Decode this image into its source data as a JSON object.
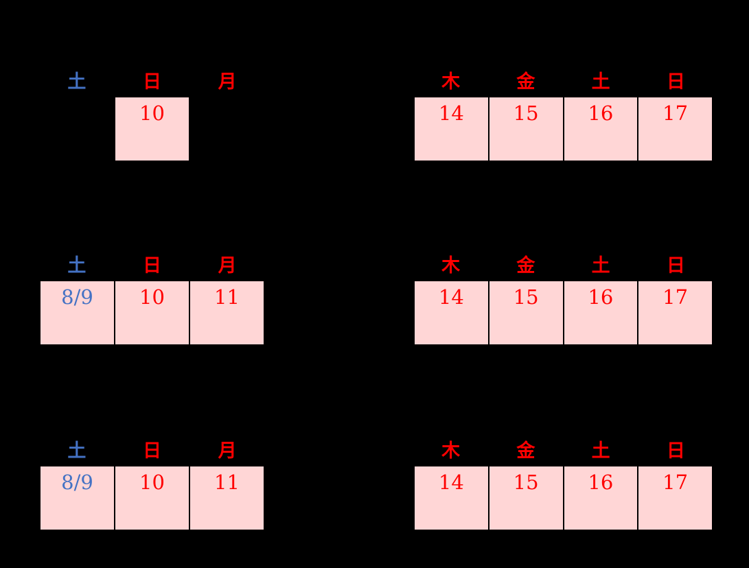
{
  "colors": {
    "background": "#000000",
    "cell-fill": "#ffd6d6",
    "cell-border": "#000000",
    "red": "#ff0000",
    "blue": "#4472c4"
  },
  "groups": [
    {
      "name": "top-left",
      "headers": [
        {
          "label": "土",
          "color": "blue"
        },
        {
          "label": "日",
          "color": "red"
        },
        {
          "label": "月",
          "color": "red"
        }
      ],
      "cells": [
        {
          "value": "",
          "empty": true
        },
        {
          "value": "10",
          "color": "red"
        },
        {
          "value": "",
          "empty": true
        }
      ]
    },
    {
      "name": "top-right",
      "headers": [
        {
          "label": "木",
          "color": "red"
        },
        {
          "label": "金",
          "color": "red"
        },
        {
          "label": "土",
          "color": "red"
        },
        {
          "label": "日",
          "color": "red"
        }
      ],
      "cells": [
        {
          "value": "14",
          "color": "red"
        },
        {
          "value": "15",
          "color": "red"
        },
        {
          "value": "16",
          "color": "red"
        },
        {
          "value": "17",
          "color": "red"
        }
      ]
    },
    {
      "name": "middle-left",
      "headers": [
        {
          "label": "土",
          "color": "blue"
        },
        {
          "label": "日",
          "color": "red"
        },
        {
          "label": "月",
          "color": "red"
        }
      ],
      "cells": [
        {
          "value": "8/9",
          "color": "blue"
        },
        {
          "value": "10",
          "color": "red"
        },
        {
          "value": "11",
          "color": "red"
        }
      ]
    },
    {
      "name": "middle-right",
      "headers": [
        {
          "label": "木",
          "color": "red"
        },
        {
          "label": "金",
          "color": "red"
        },
        {
          "label": "土",
          "color": "red"
        },
        {
          "label": "日",
          "color": "red"
        }
      ],
      "cells": [
        {
          "value": "14",
          "color": "red"
        },
        {
          "value": "15",
          "color": "red"
        },
        {
          "value": "16",
          "color": "red"
        },
        {
          "value": "17",
          "color": "red"
        }
      ]
    },
    {
      "name": "bottom-left",
      "headers": [
        {
          "label": "土",
          "color": "blue"
        },
        {
          "label": "日",
          "color": "red"
        },
        {
          "label": "月",
          "color": "red"
        }
      ],
      "cells": [
        {
          "value": "8/9",
          "color": "blue"
        },
        {
          "value": "10",
          "color": "red"
        },
        {
          "value": "11",
          "color": "red"
        }
      ]
    },
    {
      "name": "bottom-right",
      "headers": [
        {
          "label": "木",
          "color": "red"
        },
        {
          "label": "金",
          "color": "red"
        },
        {
          "label": "土",
          "color": "red"
        },
        {
          "label": "日",
          "color": "red"
        }
      ],
      "cells": [
        {
          "value": "14",
          "color": "red"
        },
        {
          "value": "15",
          "color": "red"
        },
        {
          "value": "16",
          "color": "red"
        },
        {
          "value": "17",
          "color": "red"
        }
      ]
    }
  ]
}
